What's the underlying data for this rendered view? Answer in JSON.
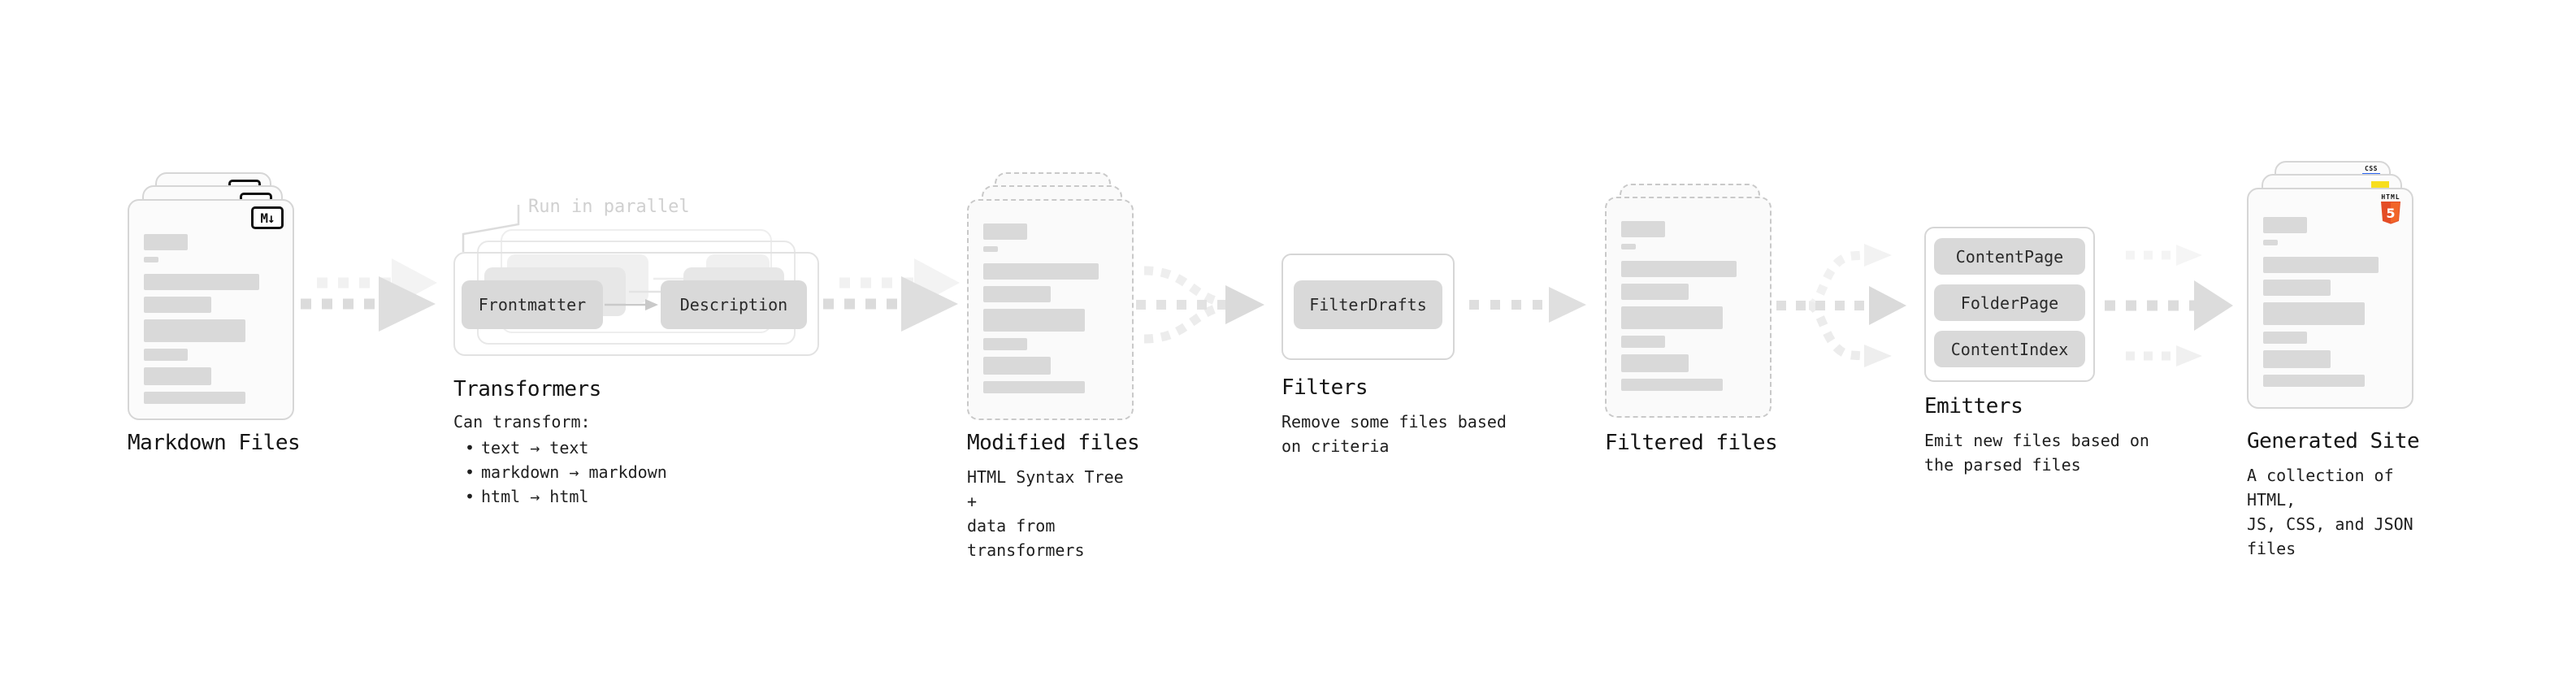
{
  "stages": {
    "markdown_files": {
      "label": "Markdown Files",
      "icon_label": "M↓"
    },
    "transformers": {
      "label": "Transformers",
      "annotation": "Run in parallel",
      "pill_from": "Frontmatter",
      "pill_to": "Description",
      "caption": "Can transform:",
      "bullets": [
        "text → text",
        "markdown → markdown",
        "html → html"
      ]
    },
    "modified_files": {
      "label": "Modified files",
      "caption": "HTML Syntax Tree +\ndata from transformers"
    },
    "filters": {
      "label": "Filters",
      "pill": "FilterDrafts",
      "caption": "Remove some files based\non criteria"
    },
    "filtered_files": {
      "label": "Filtered files"
    },
    "emitters": {
      "label": "Emitters",
      "pills": [
        "ContentPage",
        "FolderPage",
        "ContentIndex"
      ],
      "caption": "Emit new files based on\nthe parsed files"
    },
    "generated_site": {
      "label": "Generated Site",
      "caption": "A collection of HTML,\nJS, CSS, and JSON files",
      "html5_label": "HTML",
      "html5_number": "5",
      "css_label": "CSS"
    }
  },
  "colors": {
    "background": "#ffffff",
    "sheet_fill": "#fbfbfb",
    "sheet_border": "#d6d6d6",
    "dashed_border": "#c9c9c9",
    "placeholder_bar": "#d9d9d9",
    "pill_gray": "#d9d9d9",
    "arrow_gray": "#dcdcdc",
    "arrow_light": "#f1f1f1",
    "annotation_gray": "#d0d0d0",
    "text_dark": "#141414",
    "html5_orange": "#e44d26",
    "html5_orange_light": "#f16529",
    "js_yellow": "#f7de1e",
    "css_blue": "#2965f1"
  }
}
